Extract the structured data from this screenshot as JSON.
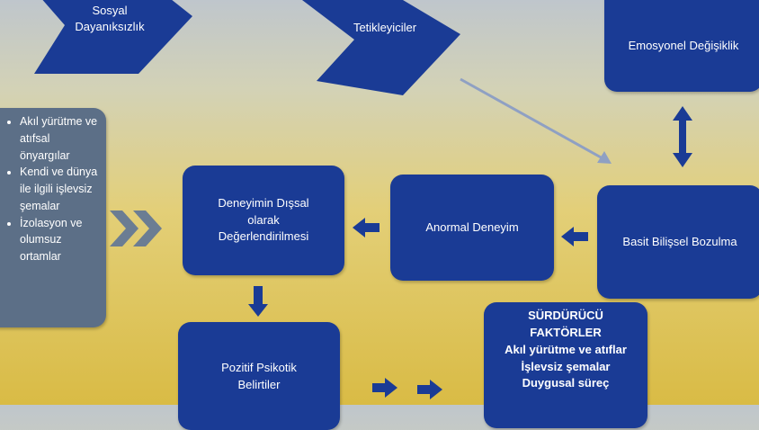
{
  "nodes": {
    "social_resilience": "Sosyal\nDayanıksızlık",
    "triggers": "Tetikleyiciler",
    "emotional_change": "Emosyonel Değişiklik",
    "external_evaluation": "Deneyimin Dışsal\nolarak\nDeğerlendirilmesi",
    "abnormal_experience": "Anormal Deneyim",
    "cognitive_disruption": "Basit Bilişsel Bozulma",
    "positive_symptoms": "Pozitif Psikotik\nBelirtiler",
    "sustaining_title": "SÜRDÜRÜCÜ\nFAKTÖRLER",
    "sustaining_items": [
      "Akıl yürütme ve atıflar",
      "İşlevsiz şemalar",
      "Duygusal süreç"
    ]
  },
  "sidebar": {
    "items": [
      "Akıl yürütme ve atıfsal önyargılar",
      "Kendi ve dünya ile ilgili işlevsiz şemalar",
      "İzolasyon ve olumsuz ortamlar"
    ]
  },
  "colors": {
    "box": "#1a3b95",
    "sidebar": "#5c6f87",
    "connector": "#8fa0c3"
  }
}
